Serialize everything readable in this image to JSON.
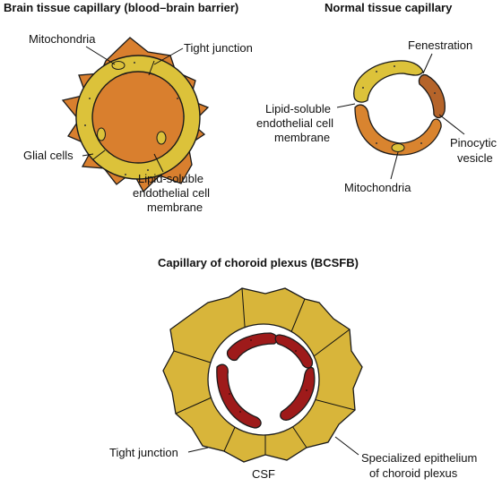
{
  "titles": {
    "brain": "Brain tissue capillary (blood–brain barrier)",
    "normal": "Normal tissue capillary",
    "choroid": "Capillary of choroid plexus (BCSFB)"
  },
  "brain_labels": {
    "mitochondria": "Mitochondria",
    "tight_junction": "Tight junction",
    "glial_cells": "Glial cells",
    "membrane": [
      "Lipid-soluble",
      "endothelial cell",
      "membrane"
    ]
  },
  "normal_labels": {
    "fenestration": "Fenestration",
    "membrane": [
      "Lipid-soluble",
      "endothelial cell",
      "membrane"
    ],
    "pinocytic": [
      "Pinocytic",
      "vesicle"
    ],
    "mitochondria": "Mitochondria"
  },
  "choroid_labels": {
    "tight_junction": "Tight junction",
    "csf": "CSF",
    "epithelium": [
      "Specialized epithelium",
      "of choroid plexus"
    ]
  },
  "colors": {
    "glial": "#d97f2e",
    "endothelium_yellow": "#dcc23a",
    "endothelium_orange": "#d9842f",
    "endothelium_dark": "#b5642a",
    "epithelium": "#d8b53a",
    "choroid_endothelium": "#9e1a1a",
    "outline": "#1a1a1a"
  }
}
